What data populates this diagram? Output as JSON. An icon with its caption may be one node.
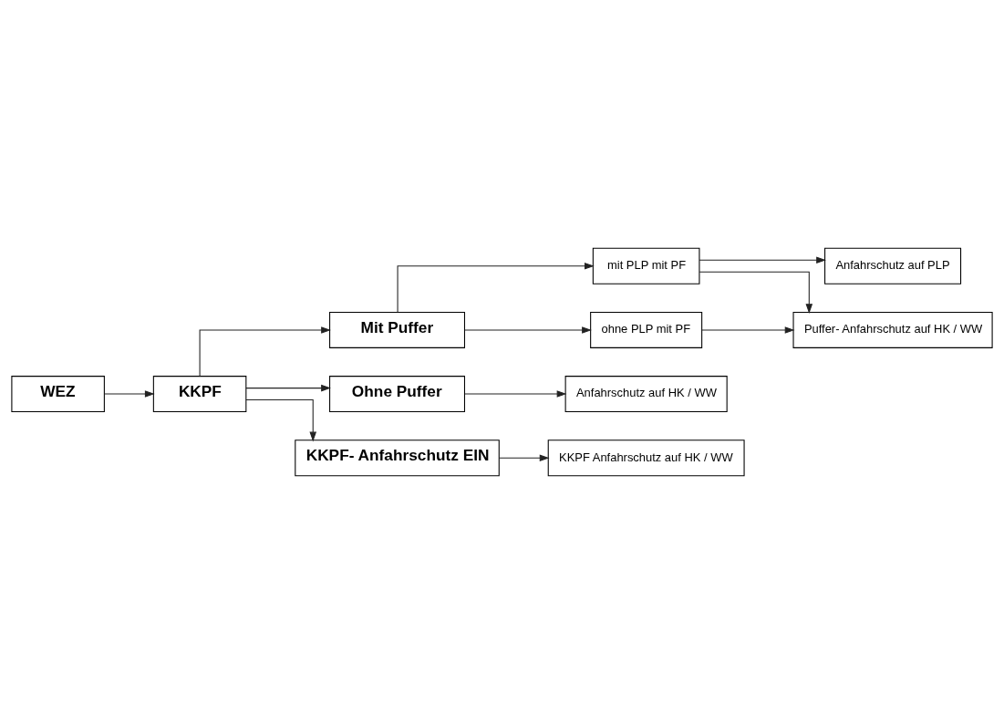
{
  "diagram": {
    "nodes": [
      {
        "text": [
          "WEZ"
        ]
      },
      {
        "text": [
          "KKPF"
        ]
      },
      {
        "text": [
          "Mit Puffer"
        ]
      },
      {
        "text": [
          "Ohne Puffer"
        ]
      },
      {
        "text": [
          "KKPF- Anfahrschutz EIN"
        ]
      },
      {
        "text": [
          "mit PLP mit PF"
        ]
      },
      {
        "text": [
          "ohne PLP mit PF"
        ]
      },
      {
        "text": [
          "Anfahrschutz auf PLP"
        ]
      },
      {
        "text": [
          "Puffer- Anfahrschutz auf HK / WW"
        ]
      },
      {
        "text": [
          "Anfahrschutz auf HK / WW"
        ]
      },
      {
        "text": [
          "KKPF Anfahrschutz auf HK / WW"
        ]
      }
    ],
    "edges": [
      {
        "from": 0,
        "to": 1,
        "arrow": "to"
      },
      {
        "from": 1,
        "to": 2,
        "arrow": "to"
      },
      {
        "from": 1,
        "to": 3,
        "arrow": "to"
      },
      {
        "from": 1,
        "to": 4,
        "arrow": "to"
      },
      {
        "from": 2,
        "to": 5,
        "arrow": "to"
      },
      {
        "from": 2,
        "to": 6,
        "arrow": "to"
      },
      {
        "from": 5,
        "to": 7,
        "arrow": "to"
      },
      {
        "from": 5,
        "to": 8,
        "arrow": "to"
      },
      {
        "from": 6,
        "to": 8,
        "arrow": "to"
      },
      {
        "from": 3,
        "to": 9,
        "arrow": "to"
      },
      {
        "from": 4,
        "to": 10,
        "arrow": "to"
      }
    ]
  }
}
